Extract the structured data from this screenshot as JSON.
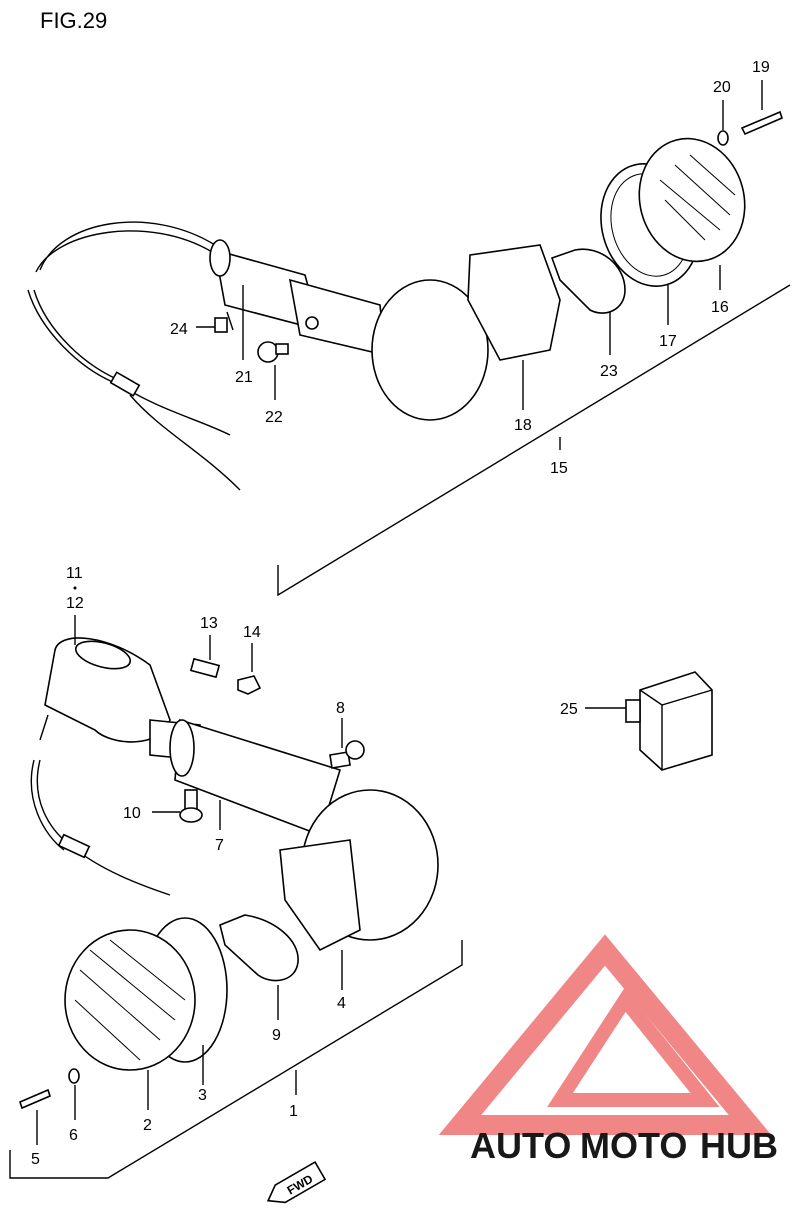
{
  "figure": {
    "title": "FIG.29"
  },
  "callouts": [
    {
      "id": "c1",
      "label": "1"
    },
    {
      "id": "c2",
      "label": "2"
    },
    {
      "id": "c3",
      "label": "3"
    },
    {
      "id": "c4",
      "label": "4"
    },
    {
      "id": "c5",
      "label": "5"
    },
    {
      "id": "c6",
      "label": "6"
    },
    {
      "id": "c7",
      "label": "7"
    },
    {
      "id": "c8",
      "label": "8"
    },
    {
      "id": "c9",
      "label": "9"
    },
    {
      "id": "c10",
      "label": "10"
    },
    {
      "id": "c11",
      "label": "11"
    },
    {
      "id": "c12",
      "label": "12"
    },
    {
      "id": "c13",
      "label": "13"
    },
    {
      "id": "c14",
      "label": "14"
    },
    {
      "id": "c15",
      "label": "15"
    },
    {
      "id": "c16",
      "label": "16"
    },
    {
      "id": "c17",
      "label": "17"
    },
    {
      "id": "c18",
      "label": "18"
    },
    {
      "id": "c19",
      "label": "19"
    },
    {
      "id": "c20",
      "label": "20"
    },
    {
      "id": "c21",
      "label": "21"
    },
    {
      "id": "c22",
      "label": "22"
    },
    {
      "id": "c23",
      "label": "23"
    },
    {
      "id": "c24",
      "label": "24"
    },
    {
      "id": "c25",
      "label": "25"
    }
  ],
  "direction_marker": {
    "label": "FWD"
  },
  "watermark": {
    "brand_part1": "AUTO",
    "brand_part2": "MOTO",
    "brand_part3": "HUB",
    "color_primary": "#f07a7a",
    "color_accent": "#f5b878",
    "color_text_dark": "#8a8a8a"
  }
}
